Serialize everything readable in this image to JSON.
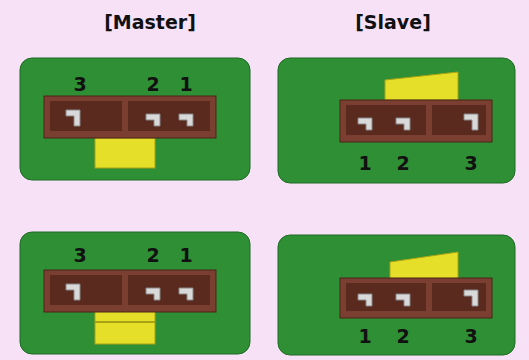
{
  "diagram": {
    "labels": [
      "[Master]",
      "[Slave]",
      "3",
      "2",
      "1",
      "1",
      "2",
      "3",
      "3",
      "2",
      "1",
      "1",
      "2",
      "3"
    ]
  }
}
